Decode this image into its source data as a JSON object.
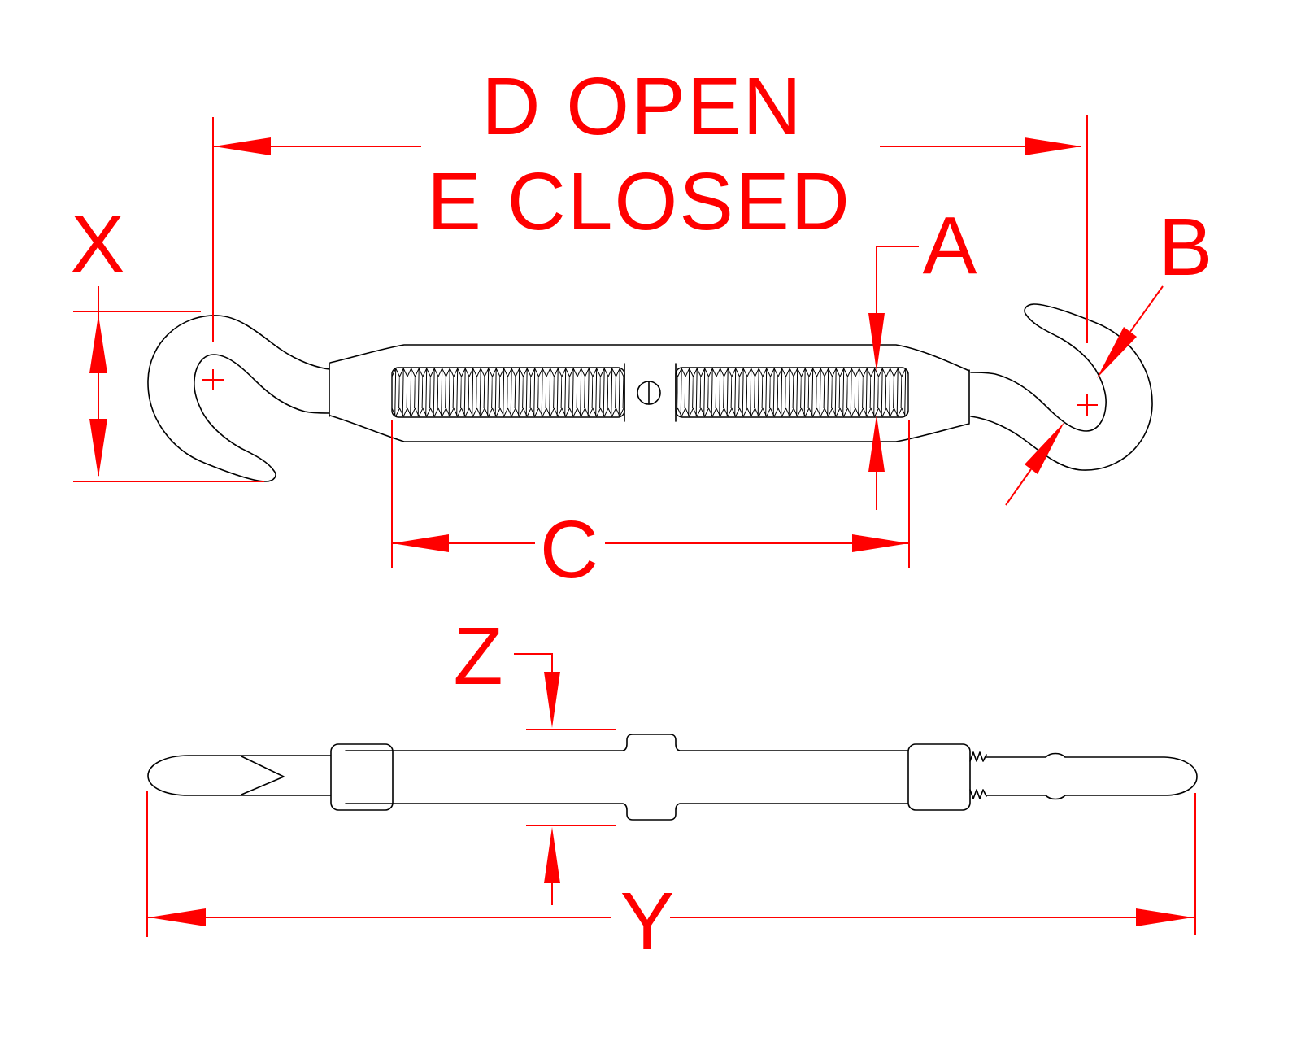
{
  "colors": {
    "background": "#ffffff",
    "linework": "#000000",
    "dimension_red": "#ff0000"
  },
  "dimensions": {
    "open_span": "D OPEN",
    "closed_span": "E CLOSED",
    "hook_depth": "X",
    "thread_size": "A",
    "hook_opening": "B",
    "body_length": "C",
    "boss_height": "Z",
    "overall_length": "Y"
  }
}
